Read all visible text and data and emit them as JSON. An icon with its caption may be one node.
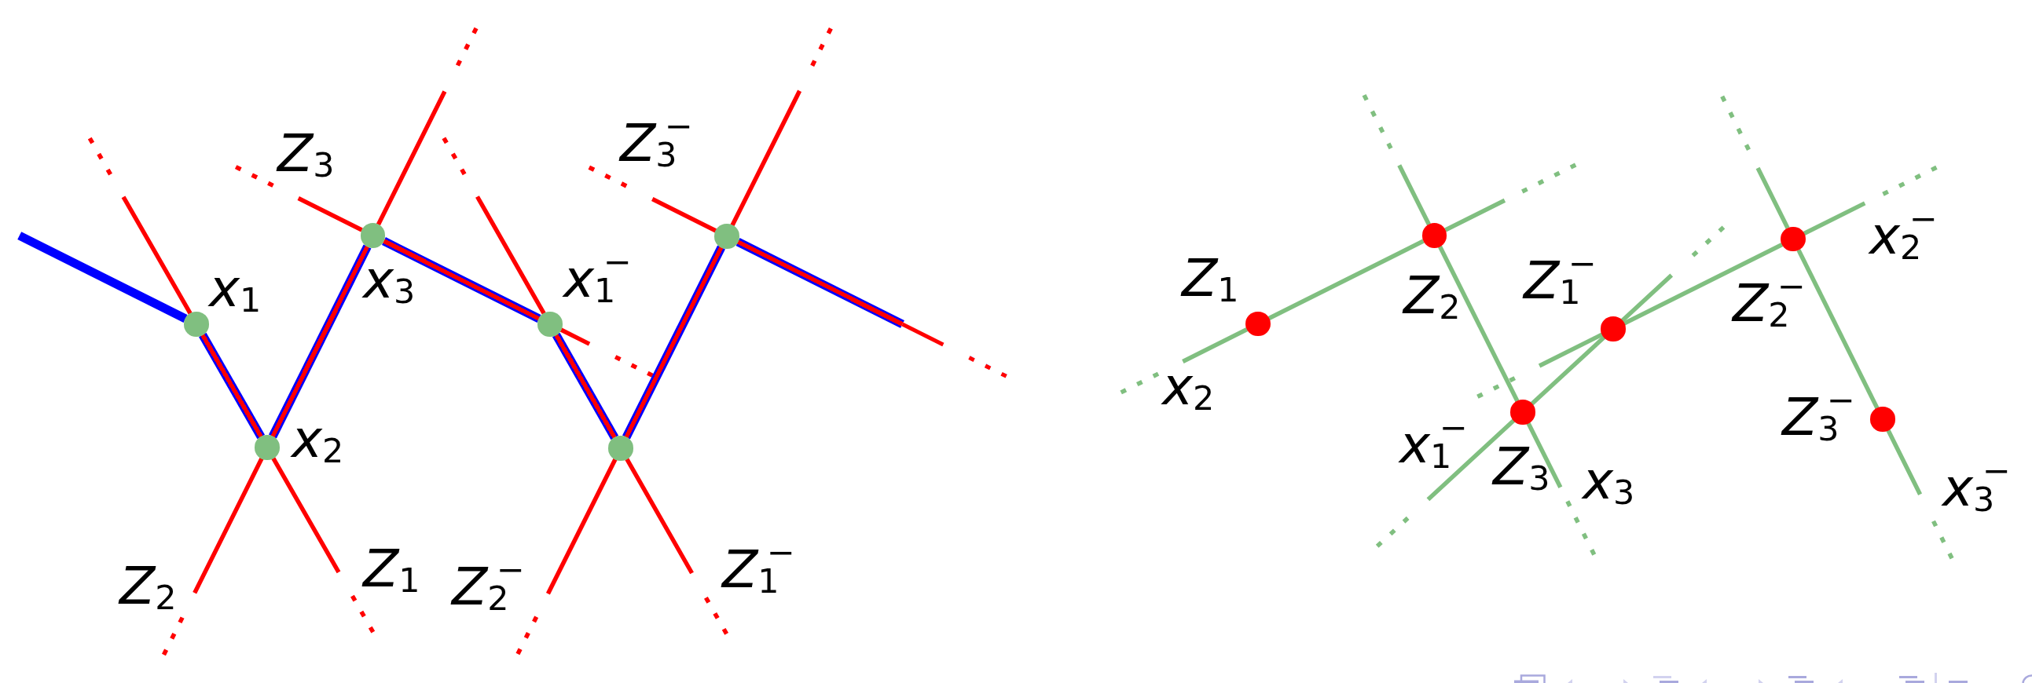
{
  "diagram": {
    "nodes": [
      {
        "text": [],
        "shape": "circle",
        "beside": [
          "x$_{1}$"
        ]
      },
      {
        "text": [],
        "shape": "circle",
        "beside": [
          "x$_{2}$"
        ]
      },
      {
        "text": [],
        "shape": "circle",
        "beside": [
          "x$_{3}$"
        ]
      },
      {
        "text": [],
        "shape": "circle",
        "beside": [
          "x$_{1}$$^{−}$"
        ]
      },
      {
        "text": [],
        "shape": "circle"
      },
      {
        "text": [],
        "shape": "circle"
      },
      {
        "text": [],
        "shape": "circle",
        "beside": [
          "Z$_{1}$"
        ]
      },
      {
        "text": [],
        "shape": "circle",
        "beside": [
          "Z$_{2}$"
        ]
      },
      {
        "text": [],
        "shape": "circle",
        "beside": [
          "Z$_{3}$"
        ]
      },
      {
        "text": [],
        "shape": "circle",
        "beside": [
          "Z$_{1}$$^{−}$"
        ]
      },
      {
        "text": [],
        "shape": "circle",
        "beside": [
          "Z$_{2}$$^{−}$"
        ]
      },
      {
        "text": [],
        "shape": "circle",
        "beside": [
          "Z$_{3}$$^{−}$"
        ]
      }
    ],
    "edges": [
      {
        "from": null,
        "to": 0,
        "arrow": "none",
        "style": "thick",
        "color": "#0000ff"
      },
      {
        "from": 5,
        "to": null,
        "arrow": "none",
        "style": "thick",
        "color": "#ff0000"
      },
      {
        "from": null,
        "to": 0,
        "arrow": "none",
        "style": "dashed",
        "color": "#ff0000"
      },
      {
        "from": 0,
        "to": 1,
        "arrow": "none",
        "style": "thick",
        "color": "#ff0000"
      },
      {
        "from": 1,
        "to": null,
        "arrow": "none",
        "style": "dashed",
        "label": "Z$_{1}$",
        "color": "#ff0000"
      },
      {
        "from": null,
        "to": 1,
        "arrow": "none",
        "style": "dashed",
        "label": "Z$_{2}$",
        "color": "#ff0000"
      },
      {
        "from": 1,
        "to": 2,
        "arrow": "none",
        "style": "thick",
        "color": "#ff0000"
      },
      {
        "from": 2,
        "to": null,
        "arrow": "none",
        "style": "dashed",
        "color": "#ff0000"
      },
      {
        "from": null,
        "to": 2,
        "arrow": "none",
        "style": "dashed",
        "label": "Z$_{3}$",
        "color": "#ff0000"
      },
      {
        "from": 2,
        "to": 3,
        "arrow": "none",
        "style": "thick",
        "color": "#ff0000"
      },
      {
        "from": 3,
        "to": null,
        "arrow": "none",
        "style": "dashed",
        "color": "#ff0000"
      },
      {
        "from": null,
        "to": 3,
        "arrow": "none",
        "style": "dashed",
        "color": "#ff0000"
      },
      {
        "from": 3,
        "to": 4,
        "arrow": "none",
        "style": "thick",
        "color": "#ff0000"
      },
      {
        "from": 4,
        "to": null,
        "arrow": "none",
        "style": "dashed",
        "label": "Z$_{1}$$^{−}$",
        "color": "#ff0000"
      },
      {
        "from": null,
        "to": 4,
        "arrow": "none",
        "style": "dashed",
        "label": "Z$_{2}$$^{−}$",
        "color": "#ff0000"
      },
      {
        "from": 4,
        "to": 5,
        "arrow": "none",
        "style": "thick",
        "color": "#ff0000"
      },
      {
        "from": 5,
        "to": null,
        "arrow": "none",
        "style": "dashed",
        "color": "#ff0000"
      },
      {
        "from": null,
        "to": 5,
        "arrow": "none",
        "style": "dashed",
        "label": "Z$_{3}$$^{−}$",
        "color": "#ff0000"
      },
      {
        "from": null,
        "to": 6,
        "arrow": "none",
        "style": "dashed",
        "label": "x$_{2}$",
        "color": "#80bf80"
      },
      {
        "from": 6,
        "to": 7,
        "arrow": "none",
        "color": "#80bf80"
      },
      {
        "from": 7,
        "to": null,
        "arrow": "none",
        "style": "dashed",
        "color": "#80bf80"
      },
      {
        "from": null,
        "to": 7,
        "arrow": "none",
        "style": "dashed",
        "color": "#80bf80"
      },
      {
        "from": 7,
        "to": 8,
        "arrow": "none",
        "color": "#80bf80"
      },
      {
        "from": 8,
        "to": null,
        "arrow": "none",
        "style": "dashed",
        "label": "x$_{3}$",
        "color": "#80bf80"
      },
      {
        "from": null,
        "to": 8,
        "arrow": "none",
        "style": "dashed",
        "label": "x$_{1}$$^{−}$",
        "color": "#80bf80"
      },
      {
        "from": 8,
        "to": 9,
        "arrow": "none",
        "color": "#80bf80"
      },
      {
        "from": 9,
        "to": null,
        "arrow": "none",
        "style": "dashed",
        "color": "#80bf80"
      },
      {
        "from": null,
        "to": 9,
        "arrow": "none",
        "style": "dashed",
        "color": "#80bf80"
      },
      {
        "from": 9,
        "to": 10,
        "arrow": "none",
        "color": "#80bf80"
      },
      {
        "from": 10,
        "to": null,
        "arrow": "none",
        "style": "dashed",
        "label": "x$_{2}$$^{−}$",
        "color": "#80bf80"
      },
      {
        "from": null,
        "to": 10,
        "arrow": "none",
        "style": "dashed",
        "color": "#80bf80"
      },
      {
        "from": 10,
        "to": 11,
        "arrow": "none",
        "color": "#80bf80"
      },
      {
        "from": 11,
        "to": null,
        "arrow": "none",
        "style": "dashed",
        "label": "x$_{3}$$^{−}$",
        "color": "#80bf80"
      }
    ]
  }
}
